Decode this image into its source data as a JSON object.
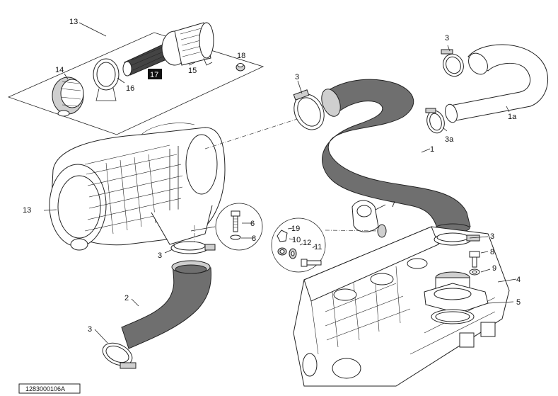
{
  "diagram": {
    "reference_code": "1283000106A",
    "callouts": {
      "c13_top": "13",
      "c14": "14",
      "c16": "16",
      "c17": "17",
      "c15": "15",
      "c18": "18",
      "c3_top_right": "3",
      "c3_hose_top": "3",
      "c3a": "3a",
      "c1a": "1a",
      "c1": "1",
      "c13_left": "13",
      "c6": "6",
      "c8_left": "8",
      "c3_mid_left": "3",
      "c7": "7",
      "c19": "19",
      "c10": "10",
      "c12": "12",
      "c11": "11",
      "c3_right": "3",
      "c8_right": "8",
      "c9": "9",
      "c4": "4",
      "c5": "5",
      "c2": "2",
      "c3_bottom": "3"
    }
  }
}
